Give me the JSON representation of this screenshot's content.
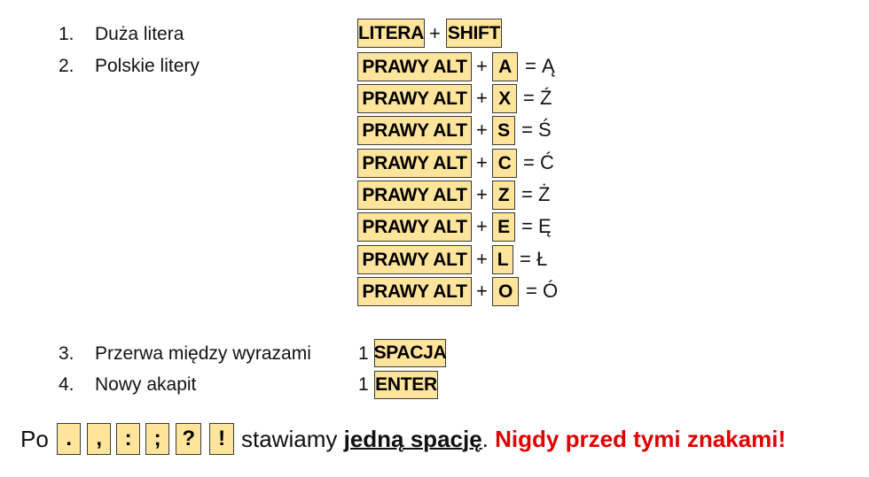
{
  "list": [
    {
      "num": "1.",
      "label": "Duża litera"
    },
    {
      "num": "2.",
      "label": "Polskie litery"
    },
    {
      "num": "3.",
      "label": "Przerwa między wyrazami"
    },
    {
      "num": "4.",
      "label": "Nowy akapit"
    }
  ],
  "row1": {
    "key1": "LITERA",
    "plus": "+",
    "key2": "SHIFT"
  },
  "polish": [
    {
      "mod": "PRAWY ALT",
      "plus": "+",
      "key": "A",
      "result": "= Ą"
    },
    {
      "mod": "PRAWY ALT",
      "plus": "+",
      "key": "X",
      "result": "= Ź"
    },
    {
      "mod": "PRAWY ALT",
      "plus": "+",
      "key": "S",
      "result": "= Ś"
    },
    {
      "mod": "PRAWY ALT",
      "plus": "+",
      "key": "C",
      "result": "= Ć"
    },
    {
      "mod": "PRAWY ALT",
      "plus": "+",
      "key": "Z",
      "result": "= Ż"
    },
    {
      "mod": "PRAWY ALT",
      "plus": "+",
      "key": "E",
      "result": "= Ę"
    },
    {
      "mod": "PRAWY ALT",
      "plus": "+",
      "key": "L",
      "result": "= Ł"
    },
    {
      "mod": "PRAWY ALT",
      "plus": "+",
      "key": "O",
      "result": "= Ó"
    }
  ],
  "row3": {
    "count": "1",
    "key": "SPACJA"
  },
  "row4": {
    "count": "1",
    "key": "ENTER"
  },
  "bottom": {
    "prefix": "Po",
    "punct": [
      ".",
      ",",
      ":",
      ";",
      "?",
      "!"
    ],
    "middle": "stawiamy",
    "emphasis": "jedną spację",
    "period": ".",
    "warning": "Nigdy przed tymi znakami!"
  },
  "colors": {
    "key_fill": "#ffe49c",
    "warning": "#e00000"
  }
}
